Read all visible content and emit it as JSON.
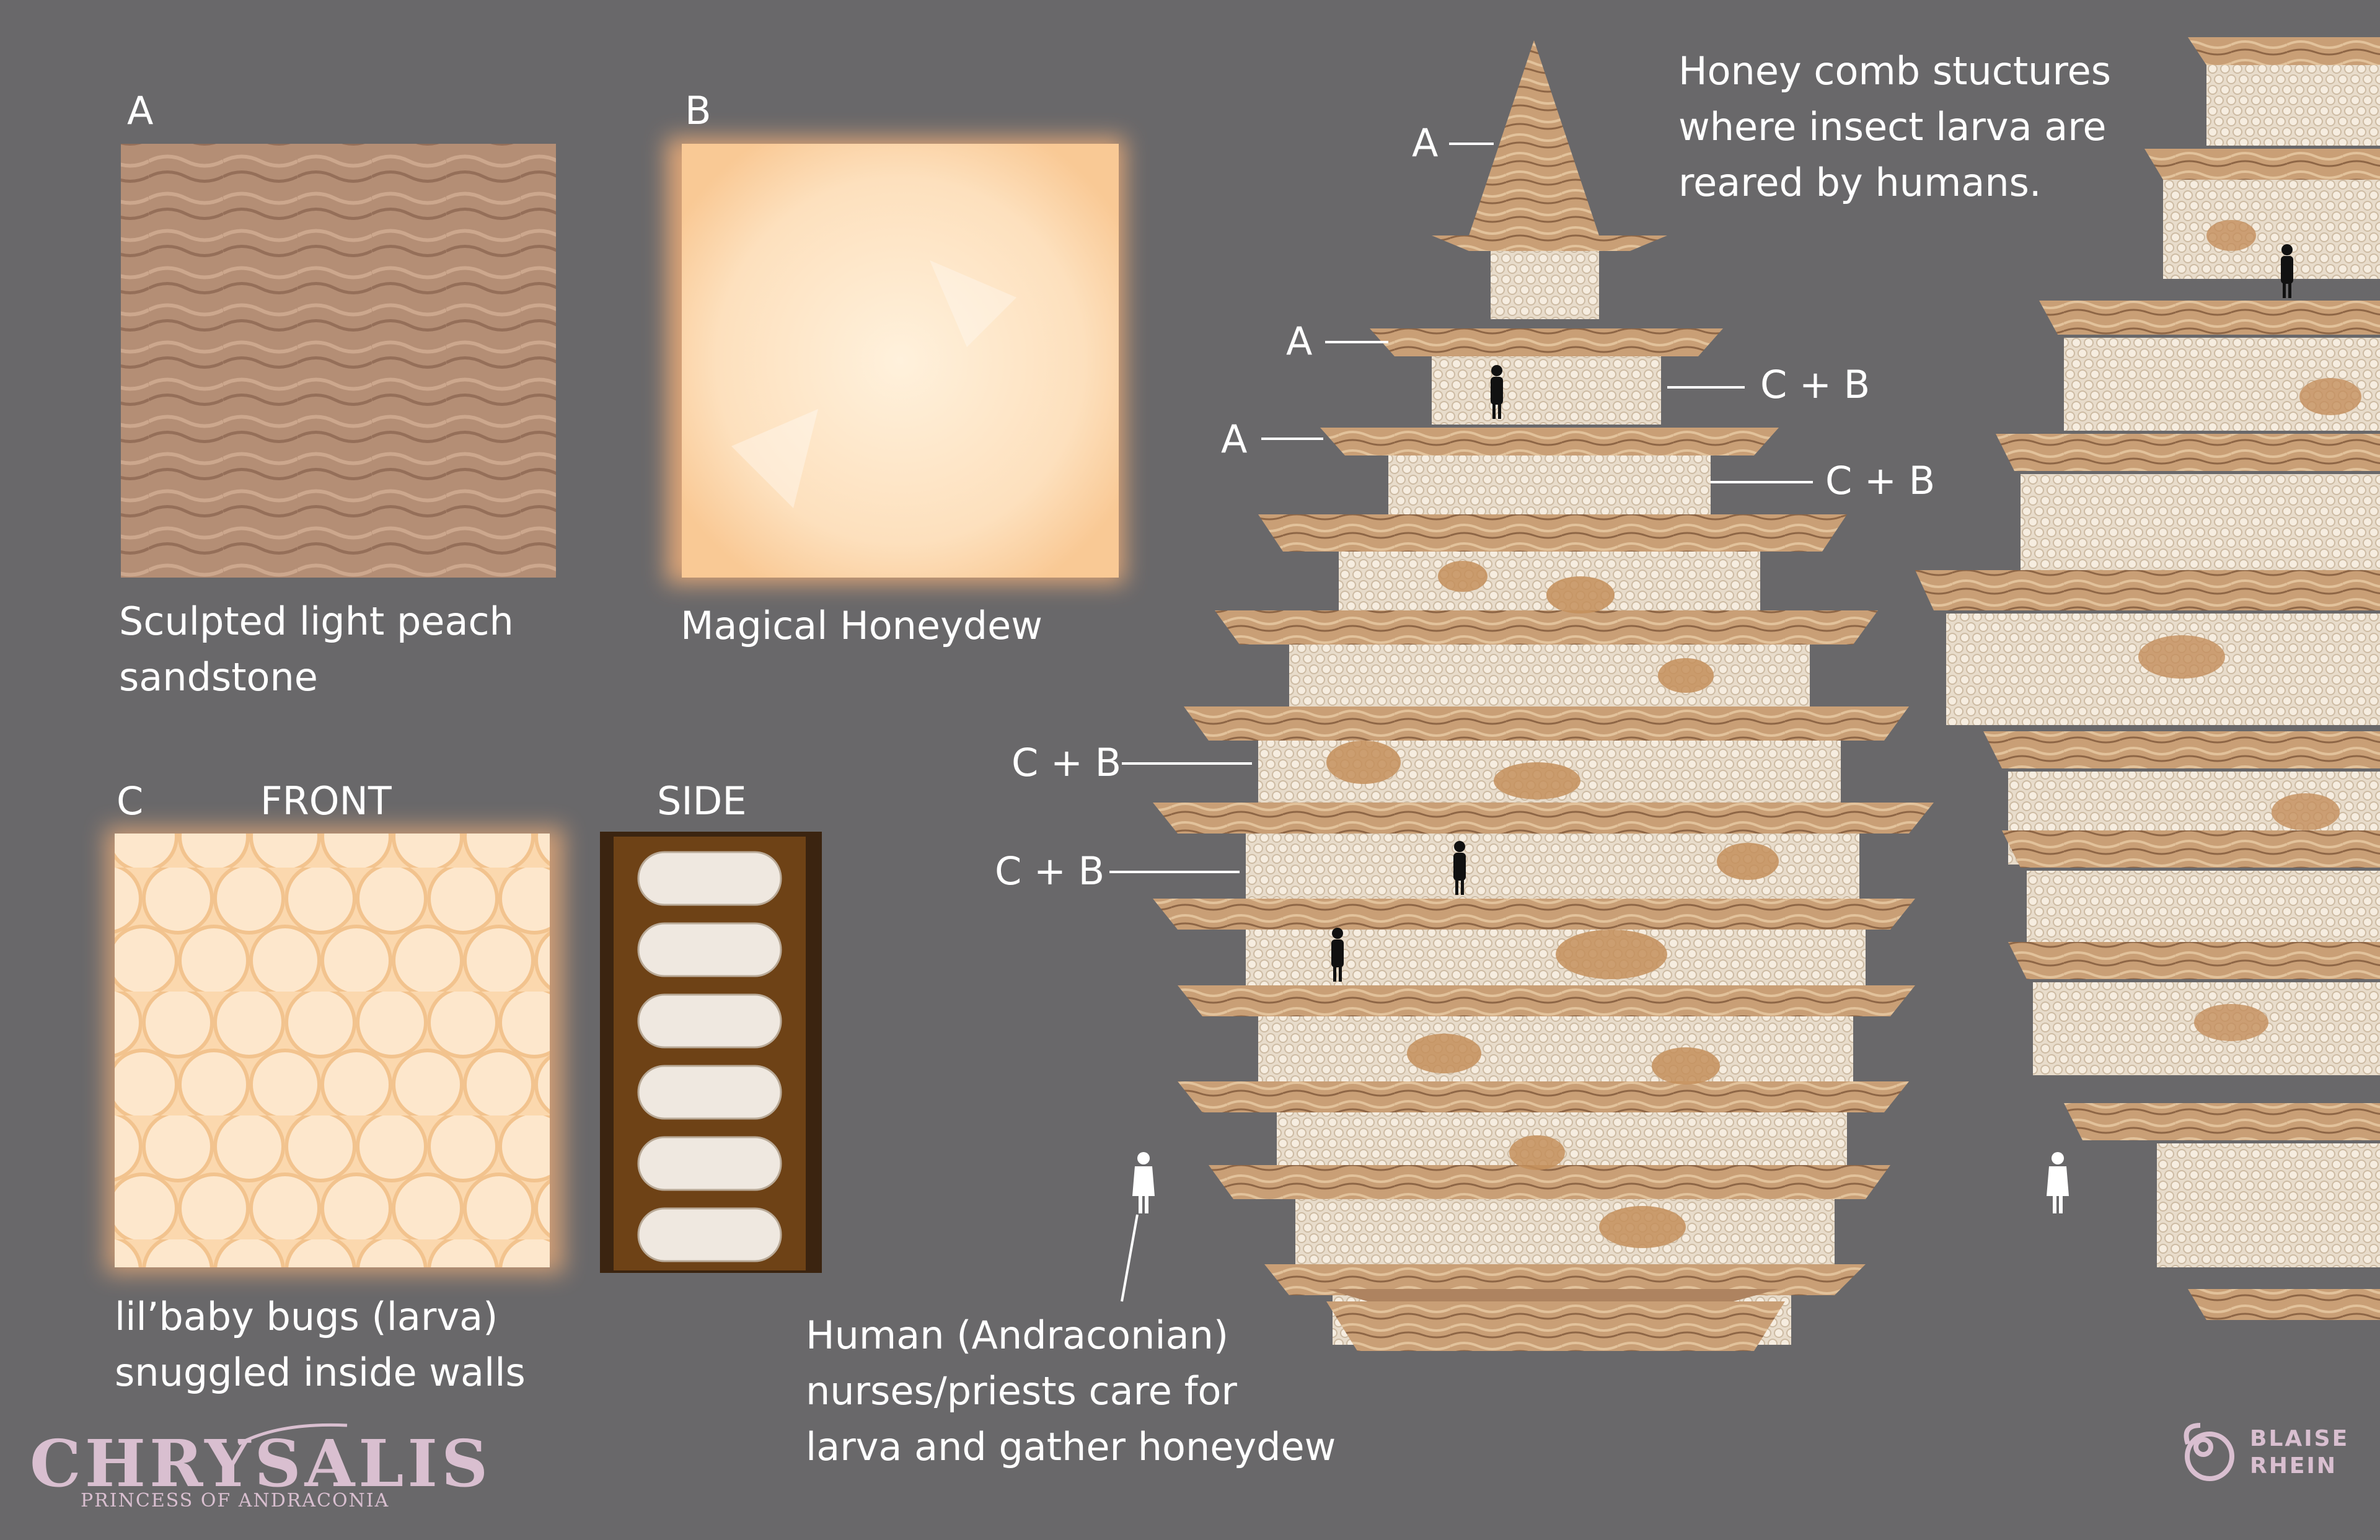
{
  "panels": {
    "a": {
      "letter": "A",
      "caption": "Sculpted light peach\nsandstone"
    },
    "b": {
      "letter": "B",
      "caption": "Magical Honeydew"
    },
    "c": {
      "letter": "C",
      "front_label": "FRONT",
      "side_label": "SIDE",
      "caption": "lil’baby bugs (larva)\nsnuggled inside walls"
    }
  },
  "notes": {
    "structure": "Honey comb stuctures\nwhere insect larva are\nreared by humans.",
    "human": "Human (Andraconian)\nnurses/priests care for\nlarva and gather honeydew"
  },
  "callouts": [
    {
      "id": "spire",
      "text": "A"
    },
    {
      "id": "tier1",
      "text": "A"
    },
    {
      "id": "tier2",
      "text": "A"
    },
    {
      "id": "cb1",
      "text": "C + B"
    },
    {
      "id": "cb2",
      "text": "C + B"
    },
    {
      "id": "cb3",
      "text": "C + B"
    },
    {
      "id": "cb4",
      "text": "C + B"
    }
  ],
  "brand": {
    "title": "CHRYSALIS",
    "subtitle": "PRINCESS OF ANDRACONIA"
  },
  "signature": {
    "line1": "BLAISE",
    "line2": "RHEIN"
  },
  "colors": {
    "background": "#69686a",
    "sandstone": "#bf9a78",
    "honeydew": "#fde2c4",
    "comb": "#f6d8b0",
    "brand": "#d9bfd0"
  }
}
